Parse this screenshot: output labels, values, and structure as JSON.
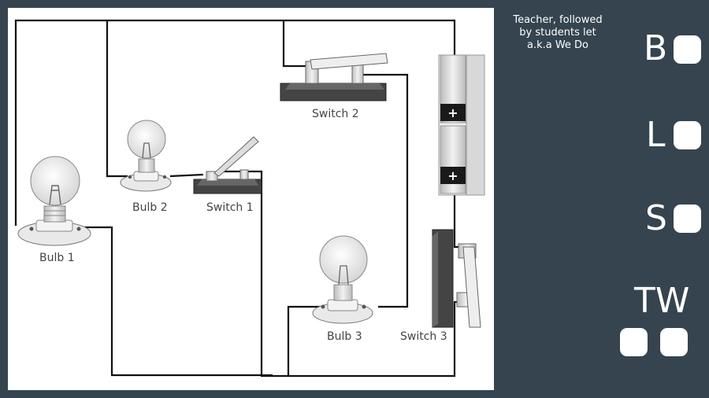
{
  "note_lines": [
    "Teacher, followed",
    "by students let",
    "a.k.a We Do"
  ],
  "labels": {
    "bulb1": "Bulb 1",
    "bulb2": "Bulb 2",
    "bulb3": "Bulb 3",
    "switch1": "Switch 1",
    "switch2": "Switch 2",
    "switch3": "Switch 3"
  },
  "battery_symbols": [
    "+",
    "+"
  ],
  "blst": [
    {
      "letter": "B"
    },
    {
      "letter": "L"
    },
    {
      "letter": "S"
    },
    {
      "letter": "TW"
    }
  ],
  "colors": {
    "background": "#35444e",
    "panel": "#ffffff",
    "wire": "#111111"
  }
}
